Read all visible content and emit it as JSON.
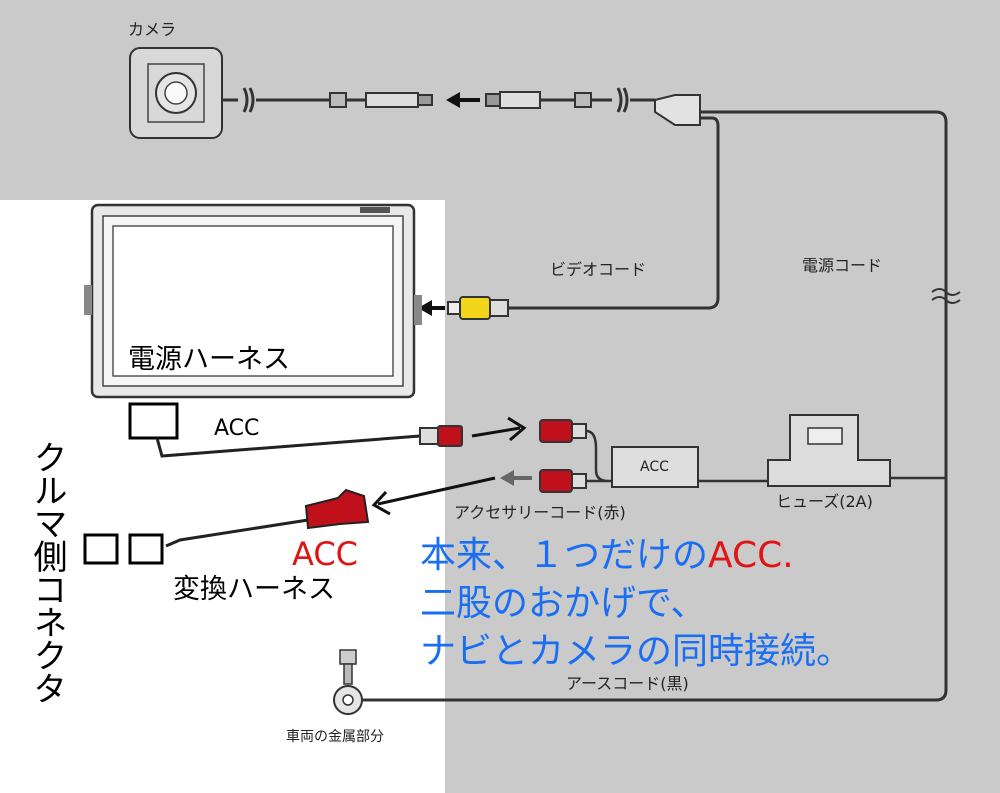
{
  "labels": {
    "camera": "カメラ",
    "video_cord": "ビデオコード",
    "power_cord": "電源コード",
    "power_harness": "電源ハーネス",
    "acc_wire": "ACC",
    "acc_box": "ACC",
    "accessory_cord": "アクセサリーコード(赤)",
    "fuse": "ヒューズ(2A)",
    "acc_red": "ACC",
    "conversion_harness": "変換ハーネス",
    "car_side_connector": "クルマ側コネクタ",
    "ground_cord": "アースコード(黒)",
    "vehicle_metal": "車両の金属部分"
  },
  "note": {
    "line1_a": "本来、１つだけの",
    "line1_b": "ACC.",
    "line2": "二股のおかげで、",
    "line3": "ナビとカメラの同時接続。"
  },
  "colors": {
    "paper": "#cfcfcf",
    "line": "#3a3a3a",
    "red_connector": "#c0101c",
    "yellow_plug": "#f2d51a",
    "blue_note": "#1a6ef2",
    "red_note": "#e01414"
  }
}
